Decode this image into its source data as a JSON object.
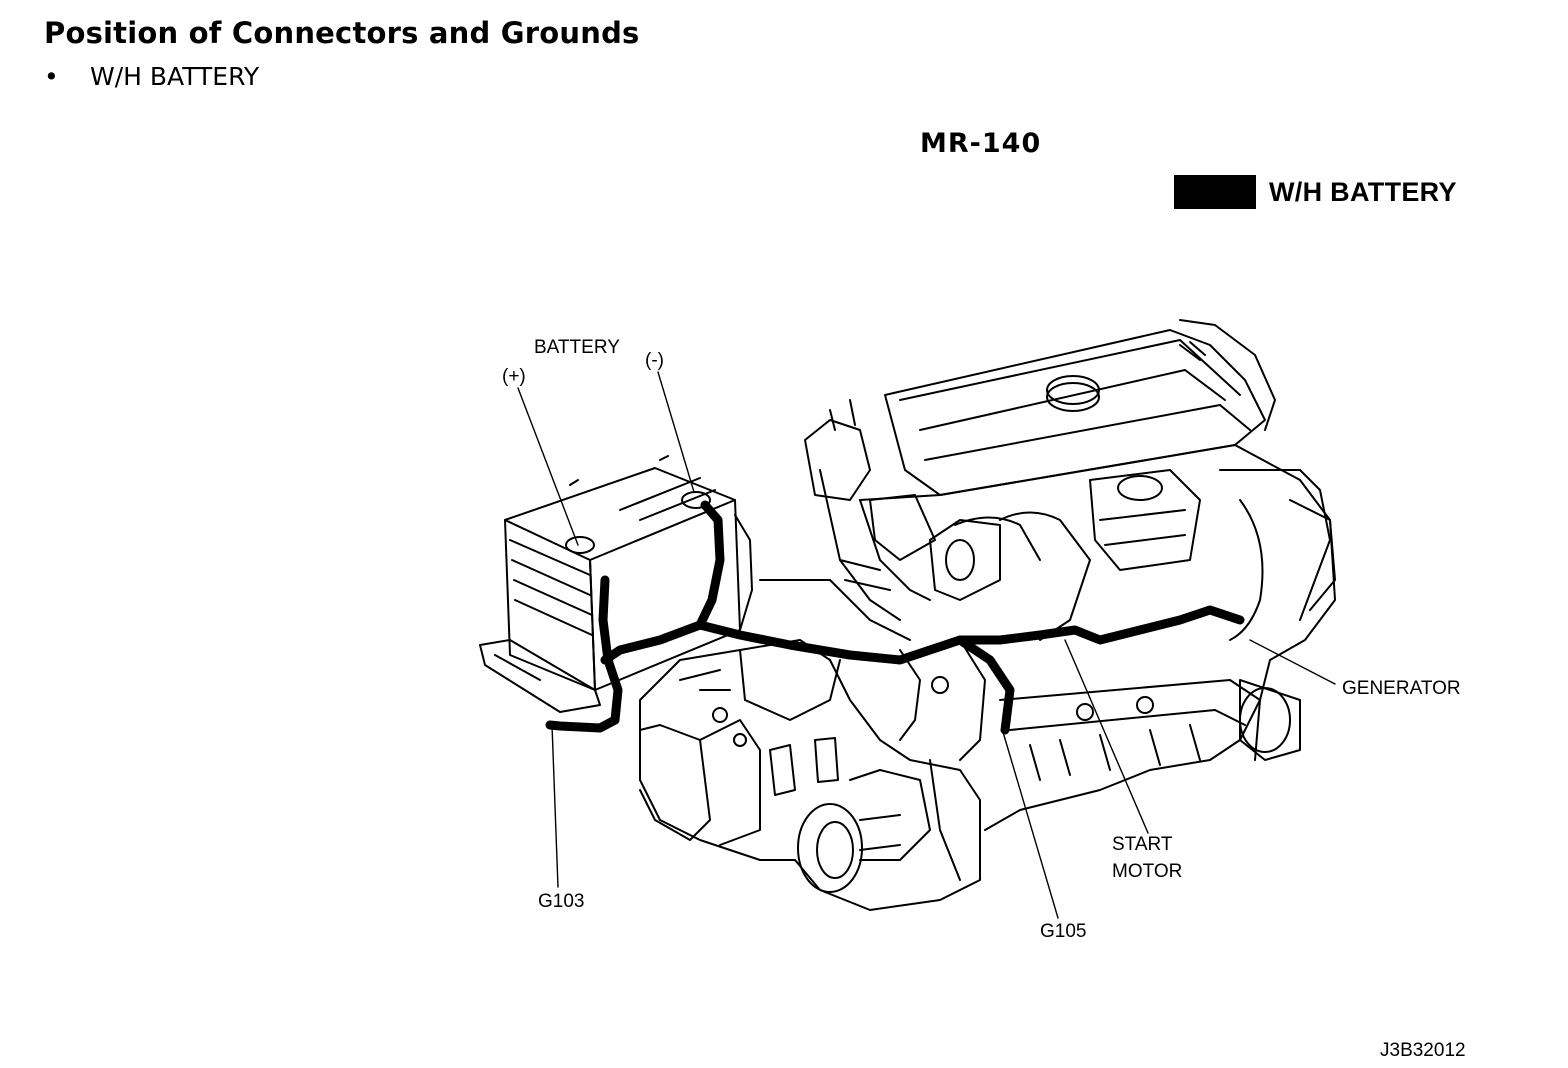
{
  "header": {
    "title": "Position of Connectors and Grounds",
    "bullet": "•",
    "subtitle": "W/H BATTERY"
  },
  "diagram": {
    "code": "MR-140",
    "legend_label": "W/H BATTERY",
    "legend_color": "#000000",
    "labels": {
      "battery": "BATTERY",
      "positive": "(+)",
      "negative": "(-)",
      "generator": "GENERATOR",
      "start": "START",
      "motor": "MOTOR",
      "g103": "G103",
      "g105": "G105"
    },
    "ref_code": "J3B32012"
  }
}
